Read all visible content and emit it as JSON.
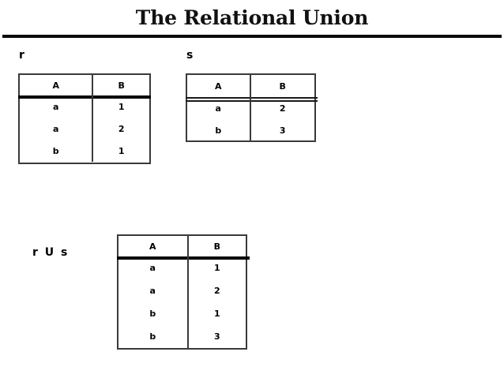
{
  "slide": {
    "title": "The Relational Union",
    "background_color": "#ffffff",
    "rule_color": "#0a0a0a",
    "text_color": "#000000",
    "border_color": "#3a3a3a"
  },
  "relations": {
    "r": {
      "label": "r",
      "columns": [
        "A",
        "B"
      ],
      "rows": [
        [
          "a",
          "1"
        ],
        [
          "a",
          "2"
        ],
        [
          "b",
          "1"
        ]
      ]
    },
    "s": {
      "label": "s",
      "columns": [
        "A",
        "B"
      ],
      "rows": [
        [
          "a",
          "2"
        ],
        [
          "b",
          "3"
        ]
      ]
    },
    "union": {
      "label": "r U s",
      "columns": [
        "A",
        "B"
      ],
      "rows": [
        [
          "a",
          "1"
        ],
        [
          "a",
          "2"
        ],
        [
          "b",
          "1"
        ],
        [
          "b",
          "3"
        ]
      ]
    }
  }
}
